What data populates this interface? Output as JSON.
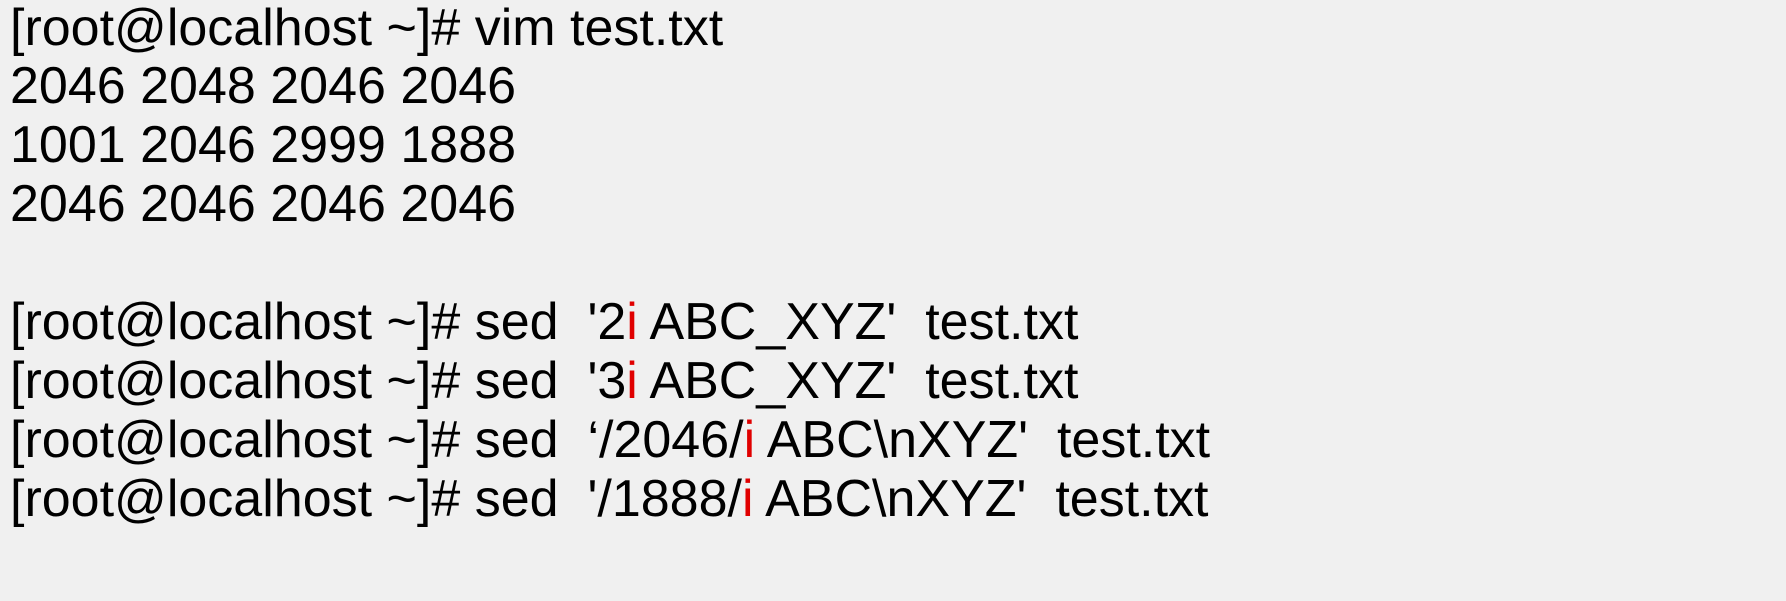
{
  "terminal": {
    "colors": {
      "background": "#f0f0f0",
      "text": "#000000",
      "highlight": "#e00000"
    },
    "lines": [
      {
        "prompt": "[root@localhost ~]#",
        "command": " vim test.txt"
      },
      {
        "text": "2046 2048 2046 2046"
      },
      {
        "text": "1001 2046 2999 1888"
      },
      {
        "text": "2046 2046 2046 2046"
      },
      {
        "prompt": "[root@localhost ~]#",
        "pre": " sed  '2",
        "hl": "i",
        "post": " ABC_XYZ'  test.txt"
      },
      {
        "prompt": "[root@localhost ~]#",
        "pre": " sed  '3",
        "hl": "i",
        "post": " ABC_XYZ'  test.txt"
      },
      {
        "prompt": "[root@localhost ~]#",
        "pre": " sed  ‘/2046/",
        "hl": "i",
        "post": " ABC\\nXYZ'  test.txt"
      },
      {
        "prompt": "[root@localhost ~]#",
        "pre": " sed  '/1888/",
        "hl": "i",
        "post": " ABC\\nXYZ'  test.txt"
      }
    ]
  }
}
